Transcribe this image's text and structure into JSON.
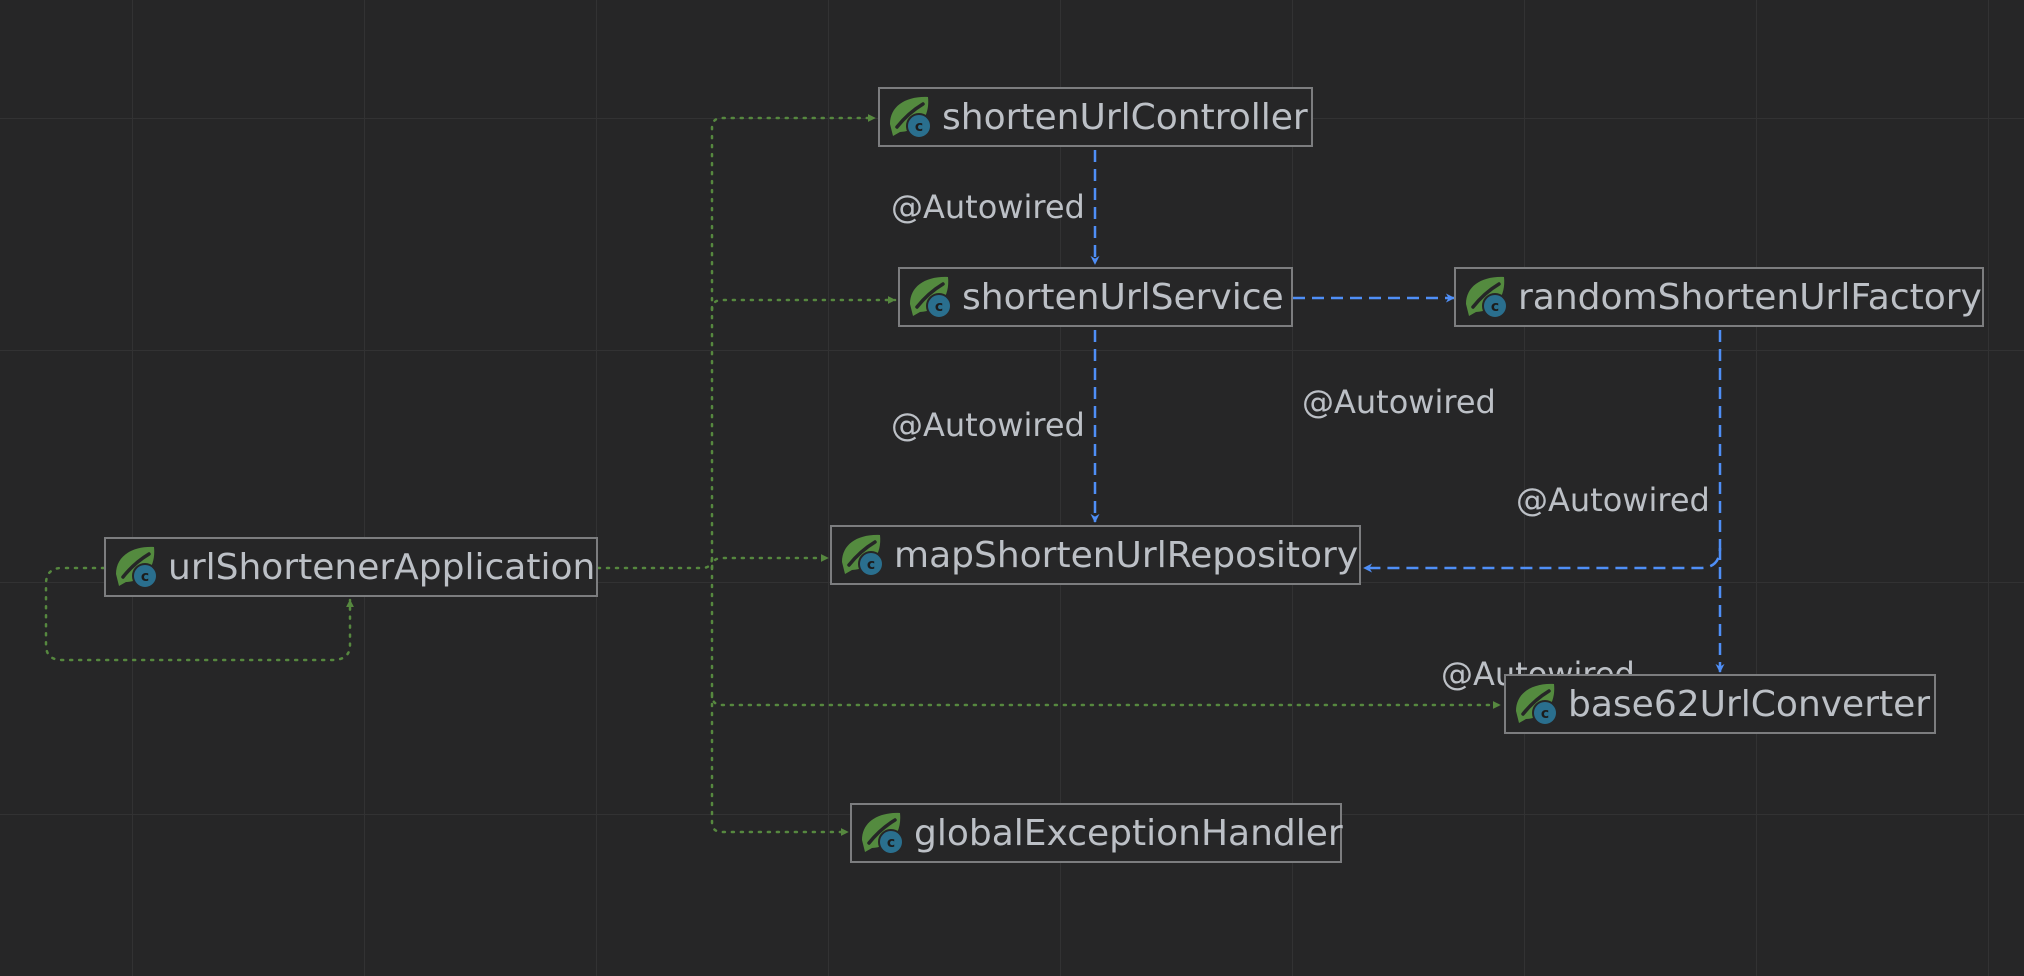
{
  "diagram": {
    "nodes": {
      "url_shortener_application": "urlShortenerApplication",
      "shorten_url_controller": "shortenUrlController",
      "shorten_url_service": "shortenUrlService",
      "random_shorten_url_factory": "randomShortenUrlFactory",
      "map_shorten_url_repository": "mapShortenUrlRepository",
      "base62_url_converter": "base62UrlConverter",
      "global_exception_handler": "globalExceptionHandler"
    },
    "edge_labels": [
      "@Autowired",
      "@Autowired",
      "@Autowired",
      "@Autowired",
      "@Autowired"
    ],
    "icon": "spring-bean-class-icon",
    "colors": {
      "background": "#262627",
      "grid": "#323233",
      "node_border": "#7c7d7f",
      "text": "#bcc0c6",
      "autowired_edge": "#4f8ff7",
      "bean_edge": "#56883f",
      "icon_leaf": "#548b3f",
      "icon_badge": "#2a6f8e"
    }
  }
}
